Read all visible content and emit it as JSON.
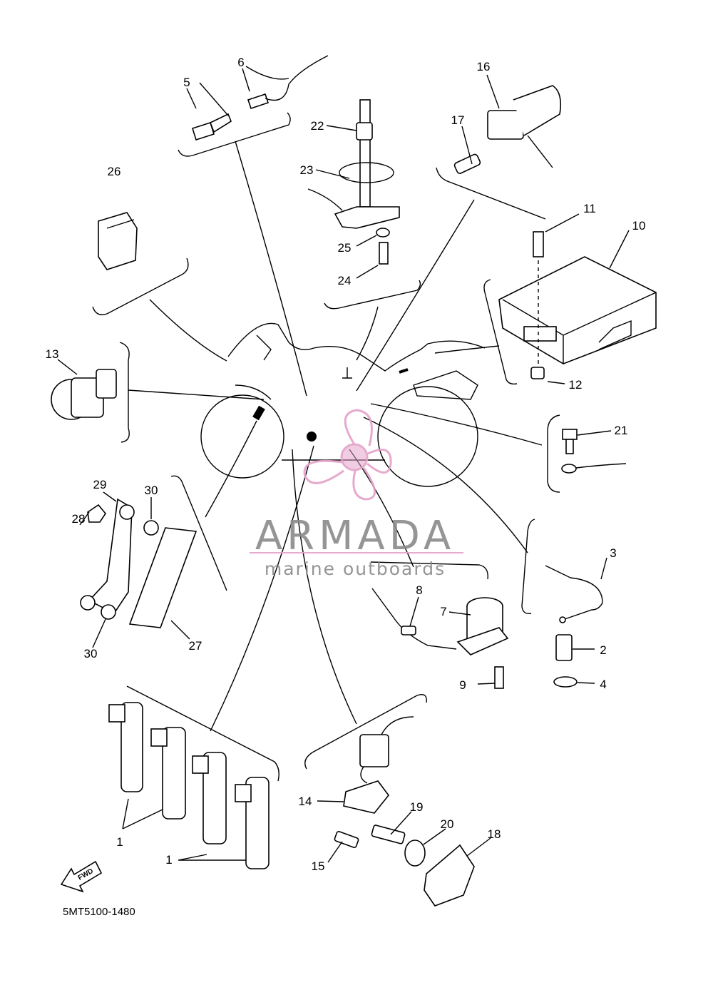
{
  "diagram": {
    "code": "5MT5100-1480",
    "direction_label": "FWD",
    "callouts": [
      "1",
      "1",
      "2",
      "3",
      "4",
      "5",
      "6",
      "7",
      "8",
      "9",
      "10",
      "11",
      "12",
      "13",
      "14",
      "15",
      "16",
      "17",
      "18",
      "19",
      "20",
      "21",
      "22",
      "23",
      "24",
      "25",
      "26",
      "27",
      "28",
      "29",
      "30",
      "30"
    ]
  },
  "watermark": {
    "title": "ARMADA",
    "subtitle": "marine outboards",
    "accent_color": "#e3a1c9",
    "text_color": "#8a8a8a"
  }
}
